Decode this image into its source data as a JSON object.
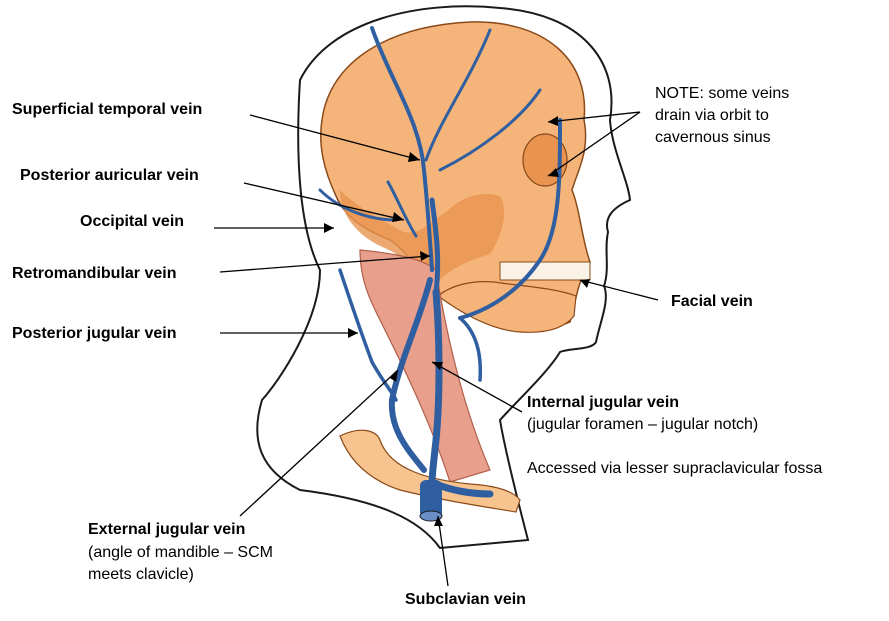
{
  "labels": {
    "superficial_temporal": "Superficial temporal vein",
    "posterior_auricular": "Posterior auricular vein",
    "occipital": "Occipital vein",
    "retromandibular": "Retromandibular vein",
    "posterior_jugular": "Posterior jugular vein",
    "note_line1": "NOTE: some veins",
    "note_line2": "drain via orbit to",
    "note_line3": "cavernous sinus",
    "facial": "Facial vein",
    "internal_jugular": "Internal jugular vein",
    "internal_jugular_sub": "(jugular foramen – jugular notch)",
    "accessed": "Accessed via lesser supraclavicular fossa",
    "external_jugular": "External jugular vein",
    "external_jugular_sub1": "(angle of mandible – SCM",
    "external_jugular_sub2": "meets clavicle)",
    "subclavian": "Subclavian vein"
  },
  "colors": {
    "skull": "#f5b57a",
    "skull_shade": "#e8934f",
    "vein": "#2f5fa0",
    "muscle": "#e8a08c",
    "clavicle": "#f7c48f",
    "outline": "#1a1a1a"
  }
}
